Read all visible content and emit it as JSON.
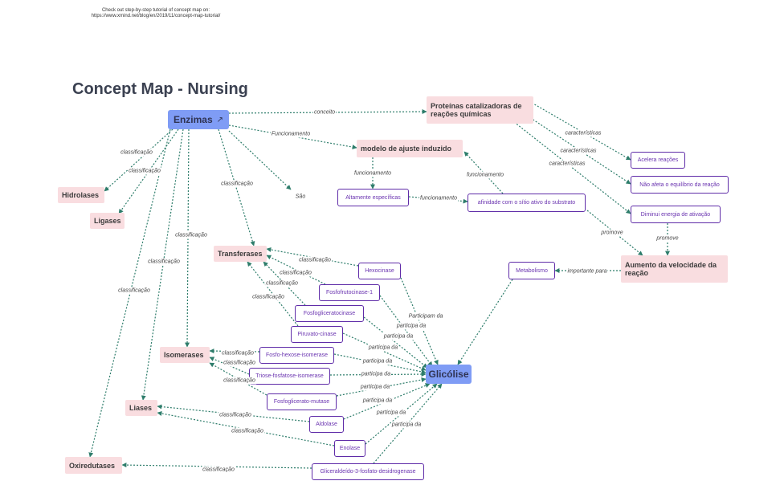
{
  "note": {
    "line1": "Check out step-by-step tutorial of concept map on:",
    "line2": "https://www.xmind.net/blog/en/2019/11/concept-map-tutorial/"
  },
  "title": "Concept Map - Nursing",
  "nodes": {
    "enzimas": "Enzimas",
    "proteinas": "Proteínas catalizadoras de reações químicas",
    "modelo": "modelo de ajuste induzido",
    "altamente": "Altamente específicas",
    "afinidade": "afinidade com o sítio ativo do substrato",
    "acelera": "Acelera reações",
    "nao_afeta": "Não afeta o equilíbrio da reação",
    "diminui": "Diminui energia de ativação",
    "aumento": "Aumento da velocidade da reação",
    "metabolismo": "Metabolismo",
    "hidrolases": "Hidrolases",
    "ligases": "Ligases",
    "transferases": "Transferases",
    "isomerases": "Isomerases",
    "liases": "Liases",
    "oxiredutases": "Oxiredutases",
    "glicolise": "Glicólise",
    "hexocinase": "Hexocinase",
    "fosfofrutocinase": "Fosfofrutocinase-1",
    "fosfoglicerato_cinase": "Fosfogliceratocinase",
    "piruvato": "Piruvato-cinase",
    "fosfo_hexose": "Fosfo-hexose-isomerase",
    "triose": "Triose-fosfatose-isomerase",
    "fosfoglicerato_mutase": "Fosfoglicerato-mutase",
    "aldolase": "Aldolase",
    "enolase": "Enolase",
    "gliceraldeido": "Gliceraldeído-3-fosfato-desidrogenase"
  },
  "labels": {
    "conceito": "conceito",
    "funcionamento": "Funcionamento",
    "funcionamento_lc": "funcionamento",
    "caracteristicas": "características",
    "promove": "promove",
    "importante_para": "importante para",
    "classificacao": "classificação",
    "sao": "São",
    "participam_da": "Participam da",
    "participa_da": "participa da"
  },
  "colors": {
    "edge": "#2e7d6b",
    "pink_node": "#f9dde0",
    "blue_node": "#7f9cf5",
    "purple_border": "#5f2ca8"
  },
  "icons": {
    "external_link": "external-link-icon"
  }
}
